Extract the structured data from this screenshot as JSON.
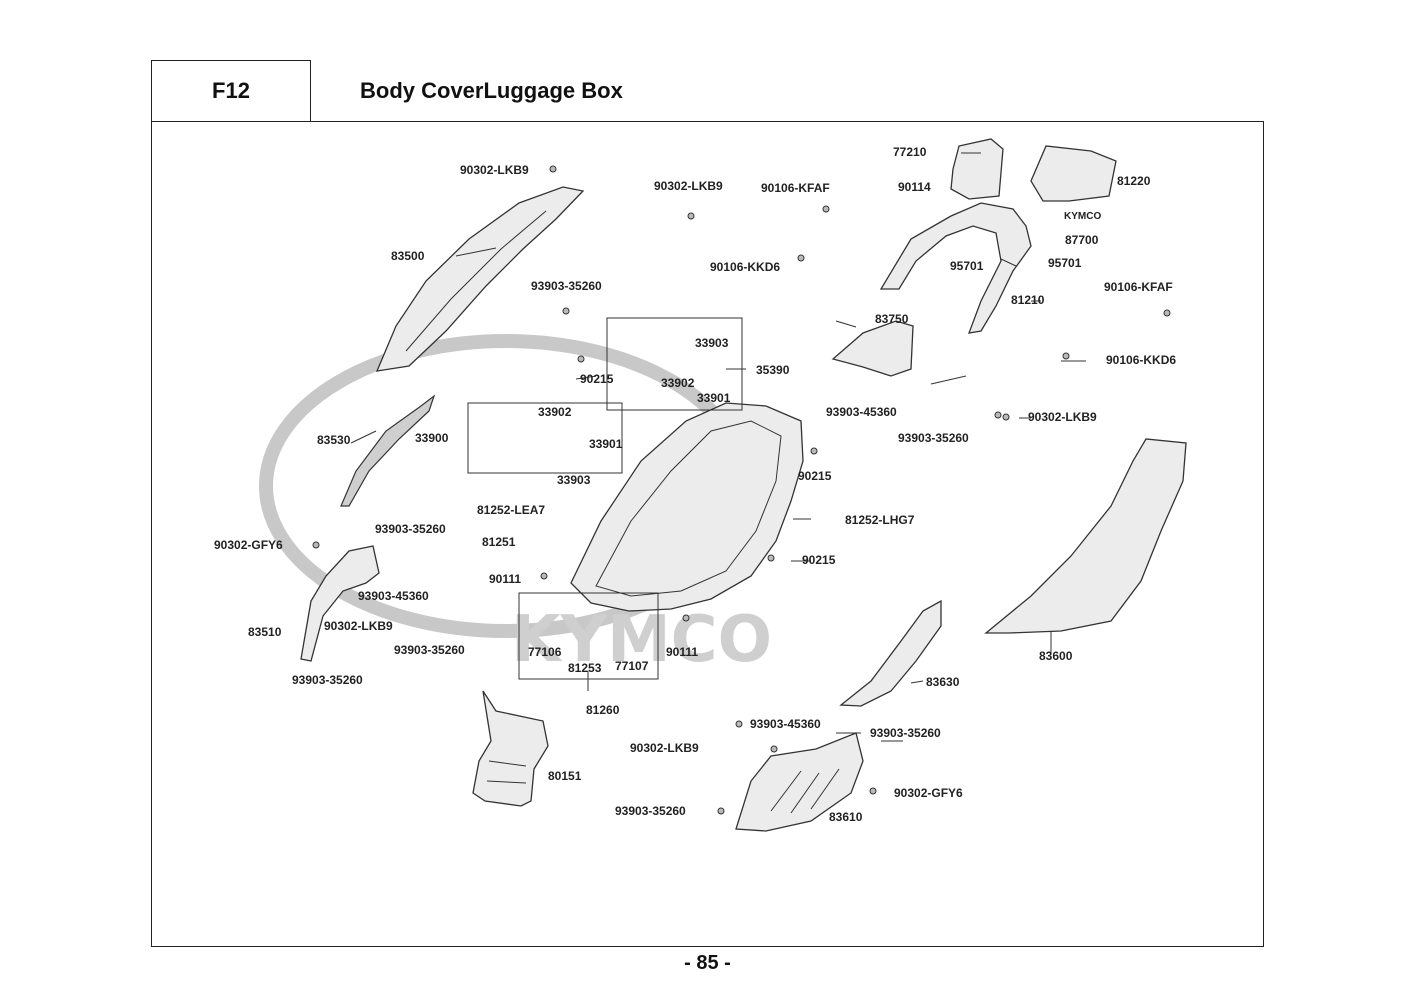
{
  "header": {
    "code": "F12",
    "title": "Body CoverLuggage Box"
  },
  "page_number": "- 85 -",
  "watermark": {
    "logo_text": "KYMCO"
  },
  "labels": {
    "l_90302_lkb9_a": "90302-LKB9",
    "l_90302_lkb9_b": "90302-LKB9",
    "l_90106_kfaf_a": "90106-KFAF",
    "l_90106_kkd6_a": "90106-KKD6",
    "l_77210": "77210",
    "l_90114": "90114",
    "l_81220": "81220",
    "l_87700": "87700",
    "l_kymco_badge": "KYMCO",
    "l_95701_a": "95701",
    "l_95701_b": "95701",
    "l_81210": "81210",
    "l_90106_kfaf_b": "90106-KFAF",
    "l_90106_kkd6_b": "90106-KKD6",
    "l_83500": "83500",
    "l_93903_35260_a": "93903-35260",
    "l_83750": "83750",
    "l_33903_a": "33903",
    "l_35390": "35390",
    "l_33902_a": "33902",
    "l_33901_a": "33901",
    "l_90215_a": "90215",
    "l_93903_45360_a": "93903-45360",
    "l_90302_lkb9_c": "90302-LKB9",
    "l_83530": "83530",
    "l_33900": "33900",
    "l_33902_b": "33902",
    "l_33901_b": "33901",
    "l_33903_b": "33903",
    "l_93903_35260_b": "93903-35260",
    "l_90215_b": "90215",
    "l_81252_lea7": "81252-LEA7",
    "l_81252_lhg7": "81252-LHG7",
    "l_90302_gfy6_a": "90302-GFY6",
    "l_93903_35260_c": "93903-35260",
    "l_81251": "81251",
    "l_90215_c": "90215",
    "l_90111_a": "90111",
    "l_93903_45360_b": "93903-45360",
    "l_83510": "83510",
    "l_90302_lkb9_d": "90302-LKB9",
    "l_93903_35260_d": "93903-35260",
    "l_77106": "77106",
    "l_81253": "81253",
    "l_77107": "77107",
    "l_90111_b": "90111",
    "l_83600": "83600",
    "l_93903_35260_e": "93903-35260",
    "l_83630": "83630",
    "l_81260": "81260",
    "l_93903_45360_c": "93903-45360",
    "l_93903_35260_f": "93903-35260",
    "l_90302_lkb9_e": "90302-LKB9",
    "l_80151": "80151",
    "l_90302_gfy6_b": "90302-GFY6",
    "l_93903_35260_g": "93903-35260",
    "l_83610": "83610"
  }
}
